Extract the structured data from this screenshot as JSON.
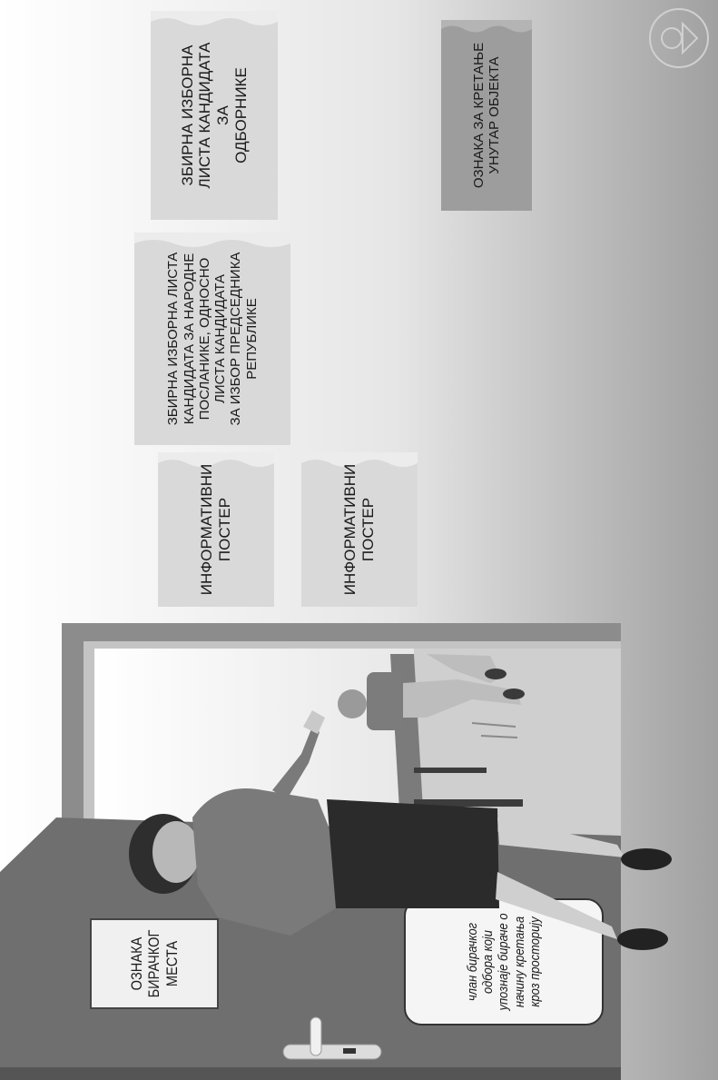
{
  "scene": {
    "colors": {
      "background_light": "#f4f4f4",
      "background_dark": "#a6a6a6",
      "floor": "#6f6f6f",
      "poster": "#d9d9d9",
      "dark_poster": "#9d9d9d",
      "door_frame": "#8c8c8c",
      "sign_board": "#f0f0f0"
    },
    "posters": [
      {
        "id": "poster-councilors-list",
        "text": "ЗБИРНА ИЗБОРНА\nЛИСТА КАНДИДАТА\nЗА\nОДБОРНИКЕ"
      },
      {
        "id": "poster-deputies-list",
        "text": "ЗБИРНА ИЗБОРНА ЛИСТА\nКАНДИДАТА ЗА НАРОДНЕ\nПОСЛАНИКЕ, ОДНОСНО\nЛИСТА КАНДИДАТА\nЗА ИЗБОР ПРЕДСЕДНИКА\nРЕПУБЛИКЕ"
      },
      {
        "id": "poster-info-1",
        "text": "ИНФОРМАТИВНИ\nПОСТЕР"
      },
      {
        "id": "poster-info-2",
        "text": "ИНФОРМАТИВНИ\nПОСТЕР"
      },
      {
        "id": "sign-movement",
        "text": "ОЗНАКА ЗА КРЕТАЊЕ\nУНУТАР ОБЈЕКТА"
      }
    ],
    "door_sign": {
      "text": "ОЗНАКА\nБИРАЧКОГ\nМЕСТА"
    },
    "note": {
      "text": "члан бирачког\nодбора који\nупознаје бираче о\nначину кретања\nкроз просторију"
    }
  }
}
